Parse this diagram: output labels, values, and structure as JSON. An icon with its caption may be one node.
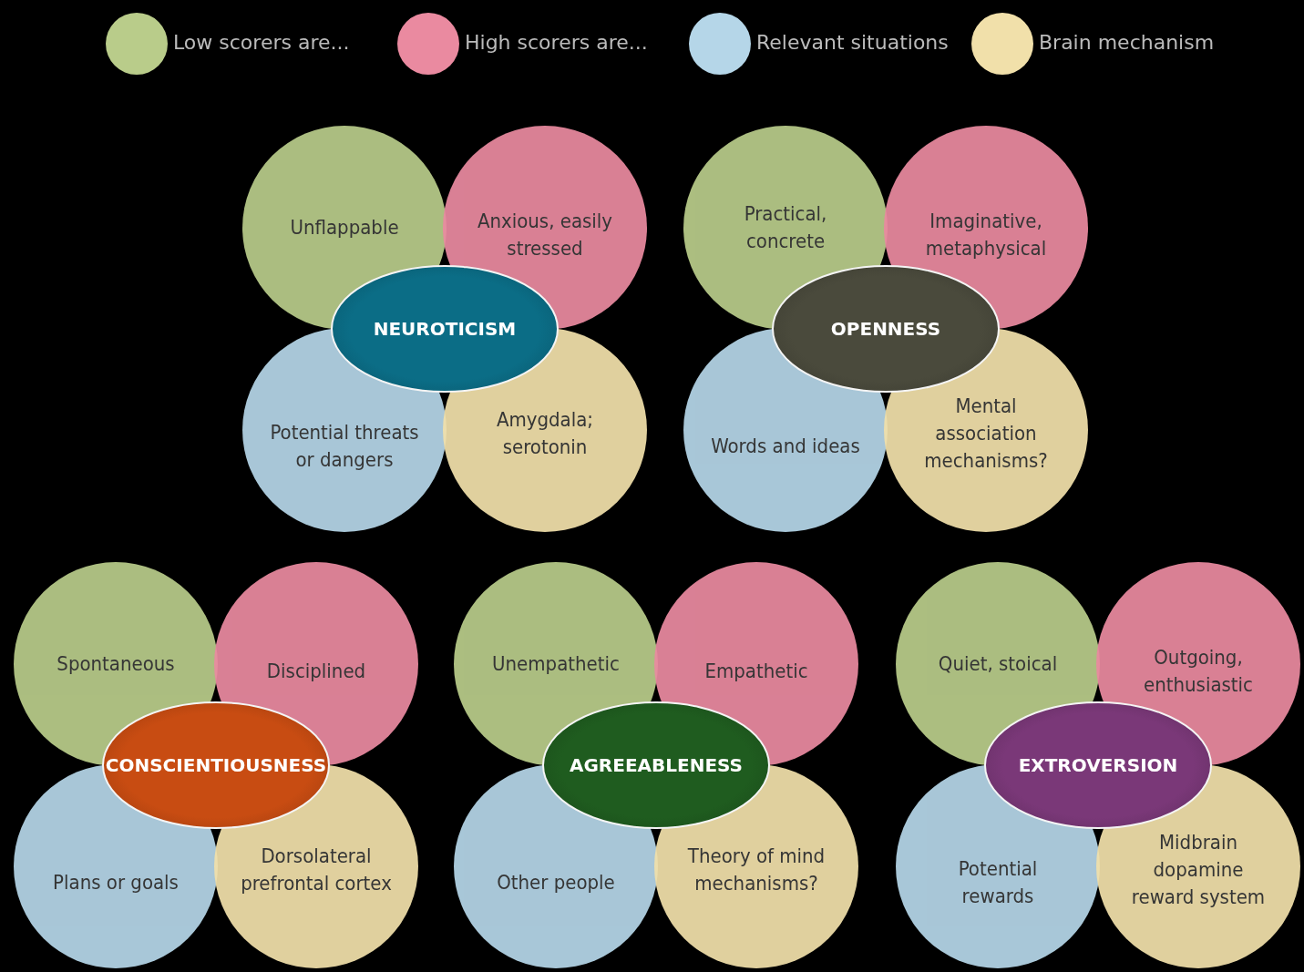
{
  "diagram": {
    "nodes": [
      {
        "text": [
          "Unflappable"
        ]
      },
      {
        "text": [
          "Anxious, easily stressed"
        ]
      },
      {
        "text": [
          "NEUROTICISM"
        ]
      },
      {
        "text": [
          "Potential threats or dangers"
        ]
      },
      {
        "text": [
          "Amygdala; serotonin"
        ]
      },
      {
        "text": [
          "Practical, concrete"
        ]
      },
      {
        "text": [
          "Imaginative, metaphysical"
        ]
      },
      {
        "text": [
          "OPENNESS"
        ]
      },
      {
        "text": [
          "Words and ideas"
        ]
      },
      {
        "text": [
          "Mental association mechanisms?"
        ]
      },
      {
        "text": [
          "Spontaneous"
        ]
      },
      {
        "text": [
          "Disciplined"
        ]
      },
      {
        "text": [
          "CONSCIENTIOUSNESS"
        ]
      },
      {
        "text": [
          "Plans or goals"
        ]
      },
      {
        "text": [
          "Dorsolateral prefrontal cortex"
        ]
      },
      {
        "text": [
          "Unempathetic"
        ]
      },
      {
        "text": [
          "Empathetic"
        ]
      },
      {
        "text": [
          "AGREEABLENESS"
        ]
      },
      {
        "text": [
          "Other people"
        ]
      },
      {
        "text": [
          "Theory of mind mechanisms?"
        ]
      },
      {
        "text": [
          "Quiet, stoical"
        ]
      },
      {
        "text": [
          "Outgoing, enthusiastic"
        ]
      },
      {
        "text": [
          "EXTROVERSION"
        ]
      },
      {
        "text": [
          "Potential rewards"
        ]
      },
      {
        "text": [
          "Midbrain dopamine reward system"
        ]
      }
    ],
    "legend": [
      {
        "text": "Low scorers are...",
        "color": "#b9cc8a"
      },
      {
        "text": "High scorers are...",
        "color": "#ea8aa0"
      },
      {
        "text": "Relevant situations",
        "color": "#b5d6e8"
      },
      {
        "text": "Brain mechanism",
        "color": "#f1e0aa"
      }
    ]
  }
}
